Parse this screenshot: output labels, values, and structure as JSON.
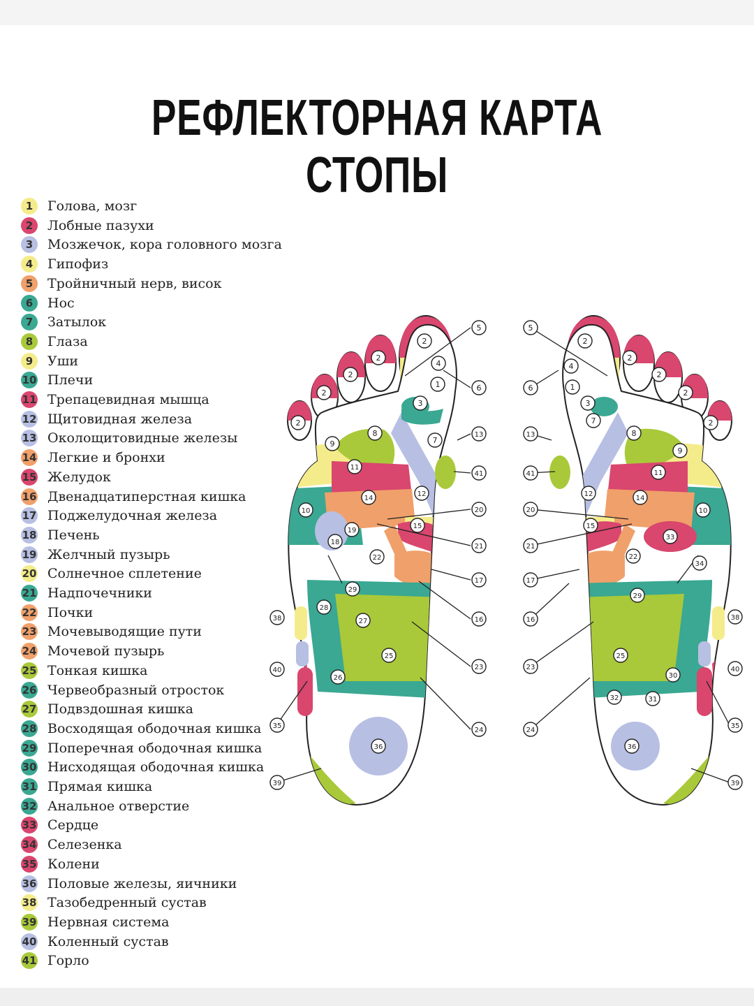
{
  "title": "РЕФЛЕКТОРНАЯ КАРТА СТОПЫ",
  "colors": {
    "yellow": "#f4ec8a",
    "pink": "#d9466e",
    "lavender": "#b7bfe3",
    "orange": "#f0a06a",
    "teal": "#3aa892",
    "lime": "#a9c93a",
    "white": "#ffffff"
  },
  "legend": [
    {
      "num": "1",
      "label": "Голова, мозг",
      "color": "yellow"
    },
    {
      "num": "2",
      "label": "Лобные пазухи",
      "color": "pink"
    },
    {
      "num": "3",
      "label": "Мозжечок, кора головного мозга",
      "color": "lavender"
    },
    {
      "num": "4",
      "label": "Гипофиз",
      "color": "yellow"
    },
    {
      "num": "5",
      "label": "Тройничный нерв, висок",
      "color": "orange"
    },
    {
      "num": "6",
      "label": "Нос",
      "color": "teal"
    },
    {
      "num": "7",
      "label": "Затылок",
      "color": "teal"
    },
    {
      "num": "8",
      "label": "Глаза",
      "color": "lime"
    },
    {
      "num": "9",
      "label": "Уши",
      "color": "yellow"
    },
    {
      "num": "10",
      "label": "Плечи",
      "color": "teal"
    },
    {
      "num": "11",
      "label": "Трепацевидная мышца",
      "color": "pink"
    },
    {
      "num": "12",
      "label": "Щитовидная железа",
      "color": "lavender"
    },
    {
      "num": "13",
      "label": "Околощитовидные железы",
      "color": "lavender"
    },
    {
      "num": "14",
      "label": "Легкие и бронхи",
      "color": "orange"
    },
    {
      "num": "15",
      "label": "Желудок",
      "color": "pink"
    },
    {
      "num": "16",
      "label": "Двенадцатиперстная кишка",
      "color": "orange"
    },
    {
      "num": "17",
      "label": "Поджелудочная железа",
      "color": "lavender"
    },
    {
      "num": "18",
      "label": "Печень",
      "color": "lavender"
    },
    {
      "num": "19",
      "label": "Желчный пузырь",
      "color": "lavender"
    },
    {
      "num": "20",
      "label": "Солнечное сплетение",
      "color": "yellow"
    },
    {
      "num": "21",
      "label": "Надпочечники",
      "color": "teal"
    },
    {
      "num": "22",
      "label": "Почки",
      "color": "orange"
    },
    {
      "num": "23",
      "label": "Мочевыводящие пути",
      "color": "orange"
    },
    {
      "num": "24",
      "label": "Мочевой пузырь",
      "color": "orange"
    },
    {
      "num": "25",
      "label": "Тонкая кишка",
      "color": "lime"
    },
    {
      "num": "26",
      "label": "Червеобразный отросток",
      "color": "teal"
    },
    {
      "num": "27",
      "label": "Подвздошная кишка",
      "color": "lime"
    },
    {
      "num": "28",
      "label": "Восходящая ободочная кишка",
      "color": "teal"
    },
    {
      "num": "29",
      "label": "Поперечная ободочная кишка",
      "color": "teal"
    },
    {
      "num": "30",
      "label": "Нисходящая ободочная кишка",
      "color": "teal"
    },
    {
      "num": "31",
      "label": "Прямая кишка",
      "color": "teal"
    },
    {
      "num": "32",
      "label": "Анальное отверстие",
      "color": "teal"
    },
    {
      "num": "33",
      "label": "Сердце",
      "color": "pink"
    },
    {
      "num": "34",
      "label": "Селезенка",
      "color": "pink"
    },
    {
      "num": "35",
      "label": "Колени",
      "color": "pink"
    },
    {
      "num": "36",
      "label": "Половые железы, яичники",
      "color": "lavender"
    },
    {
      "num": "38",
      "label": "Тазобедренный сустав",
      "color": "yellow"
    },
    {
      "num": "39",
      "label": "Нервная система",
      "color": "lime"
    },
    {
      "num": "40",
      "label": "Коленный сустав",
      "color": "lavender"
    },
    {
      "num": "41",
      "label": "Горло",
      "color": "lime"
    }
  ],
  "left_foot_markers": [
    "2",
    "2",
    "2",
    "2",
    "2",
    "4",
    "1",
    "3",
    "5",
    "6",
    "8",
    "9",
    "7",
    "13",
    "11",
    "41",
    "10",
    "14",
    "12",
    "20",
    "19",
    "15",
    "18",
    "21",
    "22",
    "17",
    "29",
    "28",
    "27",
    "16",
    "38",
    "25",
    "23",
    "40",
    "26",
    "24",
    "35",
    "36",
    "39"
  ],
  "right_foot_markers": [
    "5",
    "2",
    "2",
    "2",
    "2",
    "2",
    "4",
    "1",
    "3",
    "6",
    "7",
    "8",
    "9",
    "13",
    "41",
    "11",
    "12",
    "14",
    "10",
    "20",
    "15",
    "21",
    "33",
    "22",
    "34",
    "17",
    "29",
    "16",
    "38",
    "25",
    "23",
    "40",
    "30",
    "32",
    "31",
    "24",
    "35",
    "36",
    "39"
  ]
}
